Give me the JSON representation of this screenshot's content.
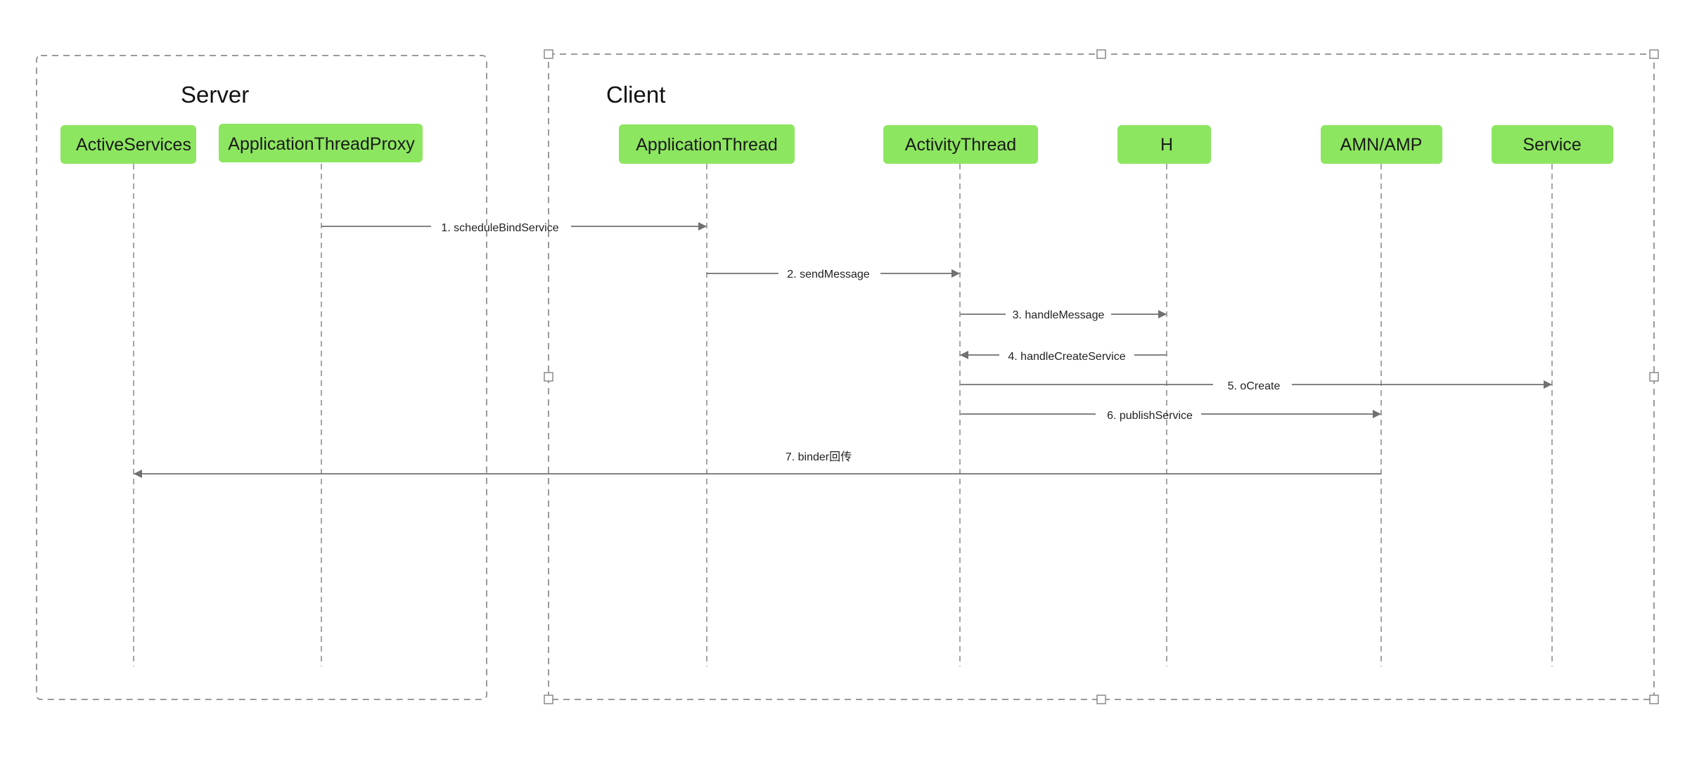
{
  "diagram": {
    "colors": {
      "actor_fill": "#8ce65f",
      "line": "#707070",
      "frame": "#9a9a9a",
      "text": "#1a1a1a"
    },
    "groups": [
      {
        "id": "server",
        "title": "Server"
      },
      {
        "id": "client",
        "title": "Client"
      }
    ],
    "actors": [
      {
        "id": "activeservices",
        "label": "ActiveServices"
      },
      {
        "id": "proxy",
        "label": "ApplicationThreadProxy"
      },
      {
        "id": "appthread",
        "label": "ApplicationThread"
      },
      {
        "id": "activitythread",
        "label": "ActivityThread"
      },
      {
        "id": "h",
        "label": "H"
      },
      {
        "id": "amn",
        "label": "AMN/AMP"
      },
      {
        "id": "service",
        "label": "Service"
      }
    ],
    "messages": [
      {
        "label": "1. scheduleBindService",
        "from": "proxy",
        "to": "appthread"
      },
      {
        "label": "2. sendMessage",
        "from": "appthread",
        "to": "activitythread"
      },
      {
        "label": "3. handleMessage",
        "from": "activitythread",
        "to": "h"
      },
      {
        "label": "4. handleCreateService",
        "from": "h",
        "to": "activitythread"
      },
      {
        "label": "5. oCreate",
        "from": "activitythread",
        "to": "service"
      },
      {
        "label": "6. publishService",
        "from": "activitythread",
        "to": "amn"
      },
      {
        "label": "7. binder回传",
        "from": "amn",
        "to": "activeservices"
      }
    ]
  }
}
